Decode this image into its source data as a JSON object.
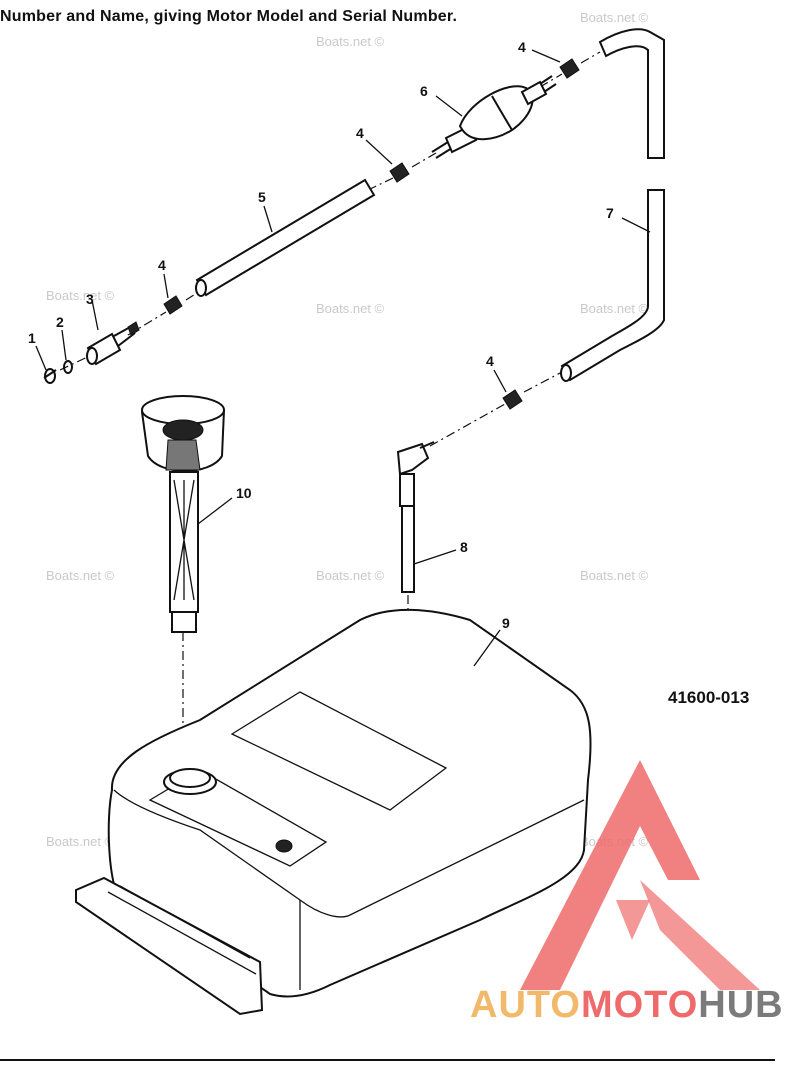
{
  "header": {
    "text": "Number and Name, giving Motor Model and Serial Number."
  },
  "reference": "41600-013",
  "callouts": {
    "c1": "1",
    "c2": "2",
    "c3": "3",
    "c4a": "4",
    "c4b": "4",
    "c4c": "4",
    "c4d": "4",
    "c5": "5",
    "c6": "6",
    "c7": "7",
    "c8": "8",
    "c9": "9",
    "c10": "10"
  },
  "watermark": "Boats.net ©",
  "logo": {
    "part1": "AUTO",
    "part2": "MOTO",
    "part3": "HUB",
    "colors": {
      "orange": "#f2b96a",
      "red": "#ef6b6b",
      "gray": "#7b7b7b"
    }
  }
}
